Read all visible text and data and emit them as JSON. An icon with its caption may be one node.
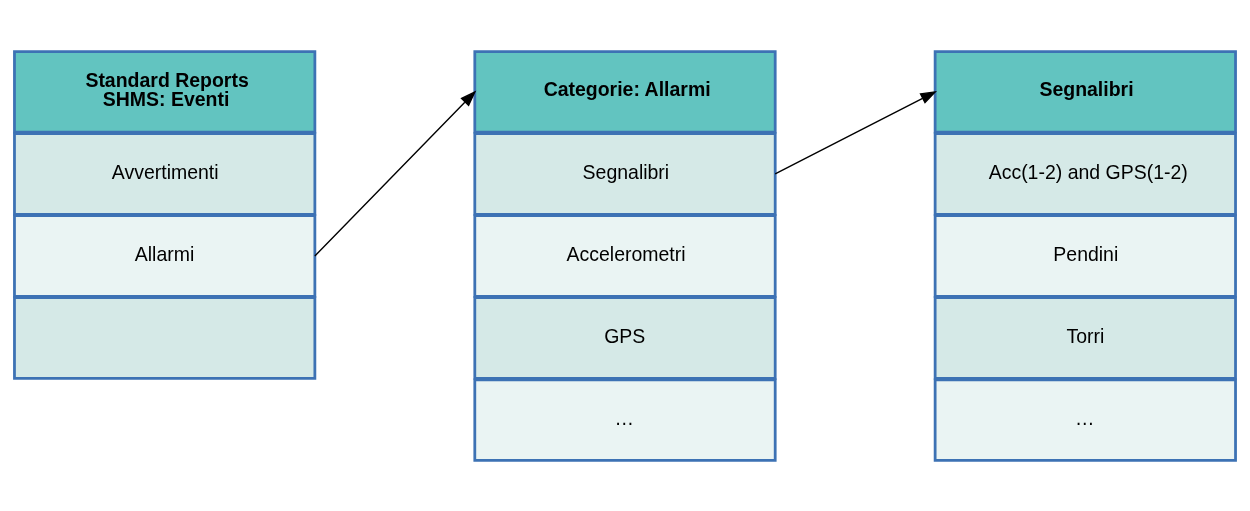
{
  "diagram": {
    "nodes": [
      {
        "text": [
          "Standard Reports",
          "SHMS: Eventi"
        ]
      },
      {
        "text": [
          "Avvertimenti"
        ]
      },
      {
        "text": [
          "Allarmi"
        ]
      },
      {
        "text": [],
        "shape": "box"
      },
      {
        "text": [
          "Categorie: Allarmi"
        ]
      },
      {
        "text": [
          "Segnalibri"
        ]
      },
      {
        "text": [
          "Accelerometri"
        ]
      },
      {
        "text": [
          "GPS"
        ]
      },
      {
        "text": [
          "…"
        ]
      },
      {
        "text": [
          "Segnalibri"
        ]
      },
      {
        "text": [
          "Acc(1-2) and GPS(1-2)"
        ]
      },
      {
        "text": [
          "Pendini"
        ]
      },
      {
        "text": [
          "Torri"
        ]
      },
      {
        "text": [
          "…"
        ]
      }
    ],
    "edges": [
      {
        "from": 2,
        "to": 4,
        "arrow": "to"
      },
      {
        "from": 5,
        "to": 9,
        "arrow": "to"
      }
    ]
  }
}
